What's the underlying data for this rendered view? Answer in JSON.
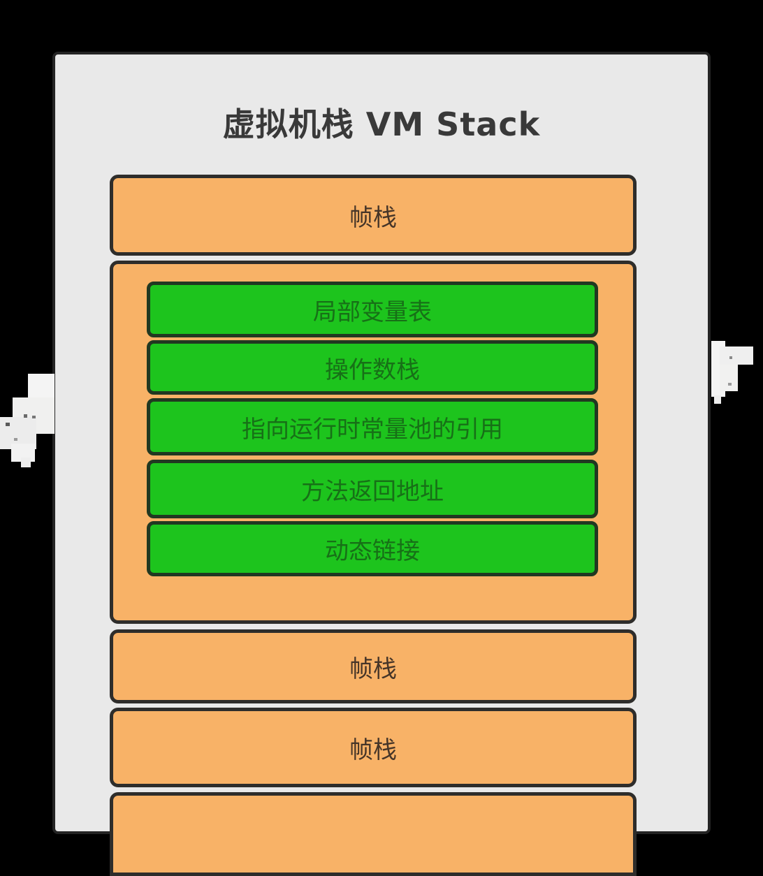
{
  "title": "虚拟机栈 VM Stack",
  "stack": {
    "frames": [
      {
        "type": "collapsed",
        "label": "帧栈"
      },
      {
        "type": "expanded",
        "items": [
          "局部变量表",
          "操作数栈",
          "指向运行时常量池的引用",
          "方法返回地址",
          "动态链接"
        ]
      },
      {
        "type": "collapsed",
        "label": "帧栈"
      },
      {
        "type": "collapsed",
        "label": "帧栈"
      },
      {
        "type": "collapsed",
        "label": ""
      }
    ]
  },
  "colors": {
    "background": "#000000",
    "panel_bg": "#e9e9e9",
    "frame_fill": "#f8b267",
    "frame_border": "#2e2d2b",
    "frame_text": "#463528",
    "detail_fill": "#1dc41d",
    "detail_border": "#213821",
    "detail_text": "#177017",
    "title_text": "#393939"
  }
}
